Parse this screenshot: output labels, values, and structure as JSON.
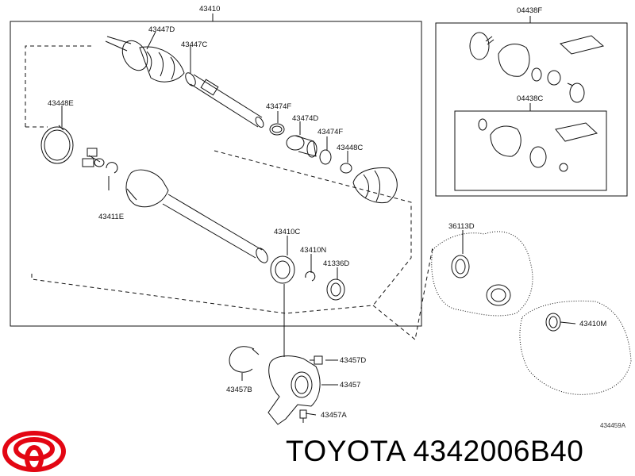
{
  "diagram": {
    "labels": {
      "p43410": "43410",
      "p04438F": "04438F",
      "p43447D": "43447D",
      "p43447C": "43447C",
      "p43448E": "43448E",
      "p43474F_a": "43474F",
      "p43474D": "43474D",
      "p43474F_b": "43474F",
      "p43448C": "43448C",
      "p04438C": "04438C",
      "p43411E": "43411E",
      "p43410C": "43410C",
      "p43410N": "43410N",
      "p41336D": "41336D",
      "p36113D": "36113D",
      "p43410M": "43410M",
      "p43457D": "43457D",
      "p43457": "43457",
      "p43457B": "43457B",
      "p43457A": "43457A",
      "figure_id": "434459A"
    }
  },
  "brand": {
    "part_caption": "TOYOTA 4342006B40"
  }
}
